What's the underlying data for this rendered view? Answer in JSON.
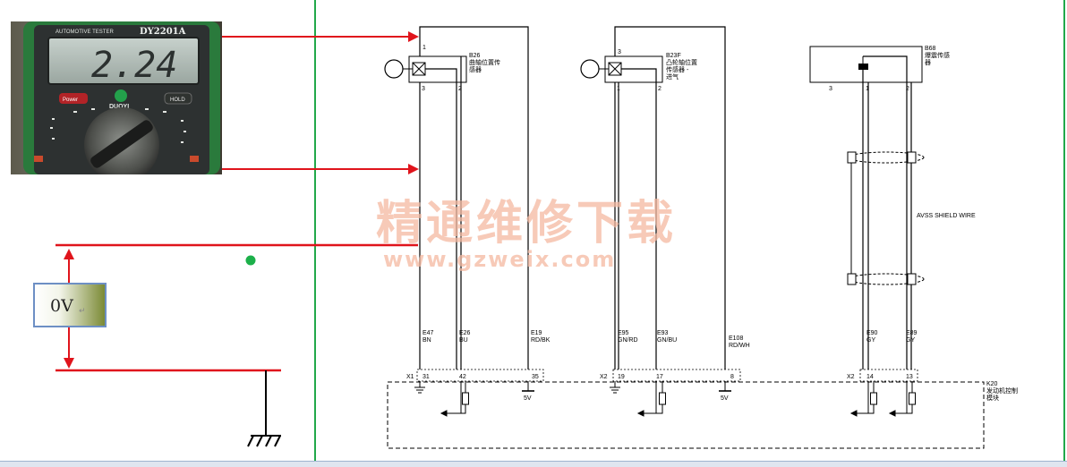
{
  "multimeter": {
    "brand_strip": "AUTOMOTIVE TESTER",
    "model": "DY2201A",
    "display_value": "2.24",
    "logo_text": "DUOYI",
    "power_button": "Power",
    "hold_button": "HOLD"
  },
  "measurement": {
    "voltage_label": "0V",
    "paragraph_mark": "↵"
  },
  "components": {
    "b26": {
      "id": "B26",
      "name_line1": "曲轴位置传",
      "name_line2": "感器",
      "pin_top": "1",
      "pin_left": "3",
      "pin_right": "2"
    },
    "b23f": {
      "id": "B23F",
      "name_line1": "凸轮轴位置",
      "name_line2": "传感器 -",
      "name_line3": "进气",
      "pin_top": "3",
      "pin_left": "1",
      "pin_right": "2"
    },
    "b68": {
      "id": "B68",
      "name_line1": "爆震传感",
      "name_line2": "器",
      "pin_left": "3",
      "pin_mid": "1",
      "pin_right": "2"
    },
    "k20": {
      "id": "K20",
      "name_line1": "发动机控制",
      "name_line2": "模块"
    }
  },
  "shield_label": "AVSS SHIELD WIRE",
  "wires": [
    {
      "circuit": "E47",
      "color": "BN"
    },
    {
      "circuit": "E26",
      "color": "BU"
    },
    {
      "circuit": "E19",
      "color": "RD/BK"
    },
    {
      "circuit": "E95",
      "color": "GN/RD"
    },
    {
      "circuit": "E93",
      "color": "GN/BU"
    },
    {
      "circuit": "E108",
      "color": "RD/WH"
    },
    {
      "circuit": "E90",
      "color": "GY"
    },
    {
      "circuit": "E89",
      "color": "GY"
    }
  ],
  "connectors": [
    {
      "name": "X1",
      "pins": [
        "31",
        "42",
        "35"
      ]
    },
    {
      "name": "X2",
      "pins": [
        "19",
        "17",
        "8"
      ]
    },
    {
      "name": "X2",
      "pins": [
        "14",
        "13"
      ]
    }
  ],
  "supply_labels": [
    "5V",
    "5V"
  ],
  "watermark": {
    "chinese": "精通维修下载",
    "url": "www.gzweix.com"
  },
  "colors": {
    "measurement_line": "#e0141c",
    "divider": "#22a84a",
    "probe_dot": "#1cb04a",
    "wire": "#000000",
    "watermark": "#f4b8a0"
  }
}
